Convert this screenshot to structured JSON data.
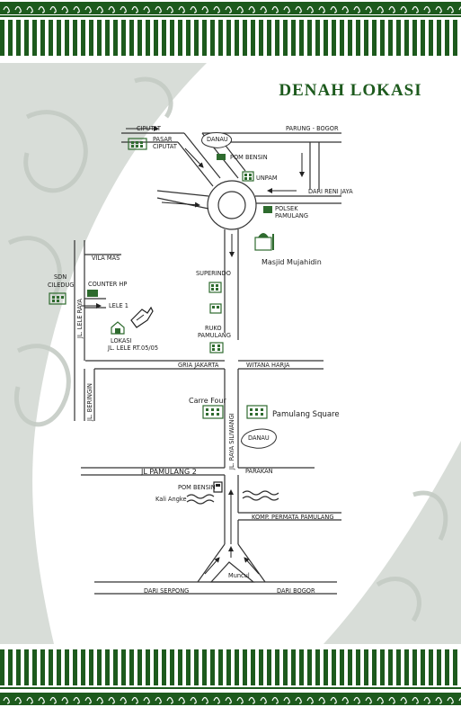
{
  "title": "DENAH LOKASI",
  "colors": {
    "green": "#1d5a1d",
    "road": "#333333",
    "fill": "#2e6b2e"
  },
  "labels": {
    "ciputat": "CIPUTAT",
    "parung_bogor": "PARUNG - BOGOR",
    "pasar_ciputat_1": "PASAR",
    "pasar_ciputat_2": "CIPUTAT",
    "danau_top": "DANAU",
    "pom_bensin_top": "POM BENSIN",
    "unpam": "UNPAM",
    "dari_reni_jaya": "DARI RENI JAYA",
    "polsek_1": "POLSEK",
    "polsek_2": "PAMULANG",
    "masjid": "Masjid Mujahidin",
    "vila_mas": "VILA MAS",
    "sdn_1": "SDN",
    "sdn_2": "CILEDUG",
    "jl_lele_raya": "JL. LELE RAYA",
    "counter_hp": "COUNTER HP",
    "lele_1": "LELE 1",
    "superindo": "SUPERINDO",
    "lokasi": "LOKASI",
    "jl_lele_rt": "JL. LELE RT.05/05",
    "ruko_1": "RUKO",
    "ruko_2": "PAMULANG",
    "gria_jakarta": "GRIA JAKARTA",
    "witana_harja": "WITANA HARJA",
    "jl_beringin": "JL. BERINGIN",
    "carre_four": "Carre Four",
    "pamulang_square": "Pamulang Square",
    "jl_raya_siliwangi": "JL. RAYA SILIWANGI",
    "danau_mid": "DANAU",
    "jl_pamulang_2": "JL PAMULANG 2",
    "parakan": "PARAKAN",
    "pom_bensin_bottom": "POM BENSIN",
    "kali_angke": "Kali Angke",
    "komp_permata": "KOMP. PERMATA PAMULANG",
    "muncul": "Muncul",
    "dari_serpong": "DARI SERPONG",
    "dari_bogor": "DARI BOGOR"
  }
}
